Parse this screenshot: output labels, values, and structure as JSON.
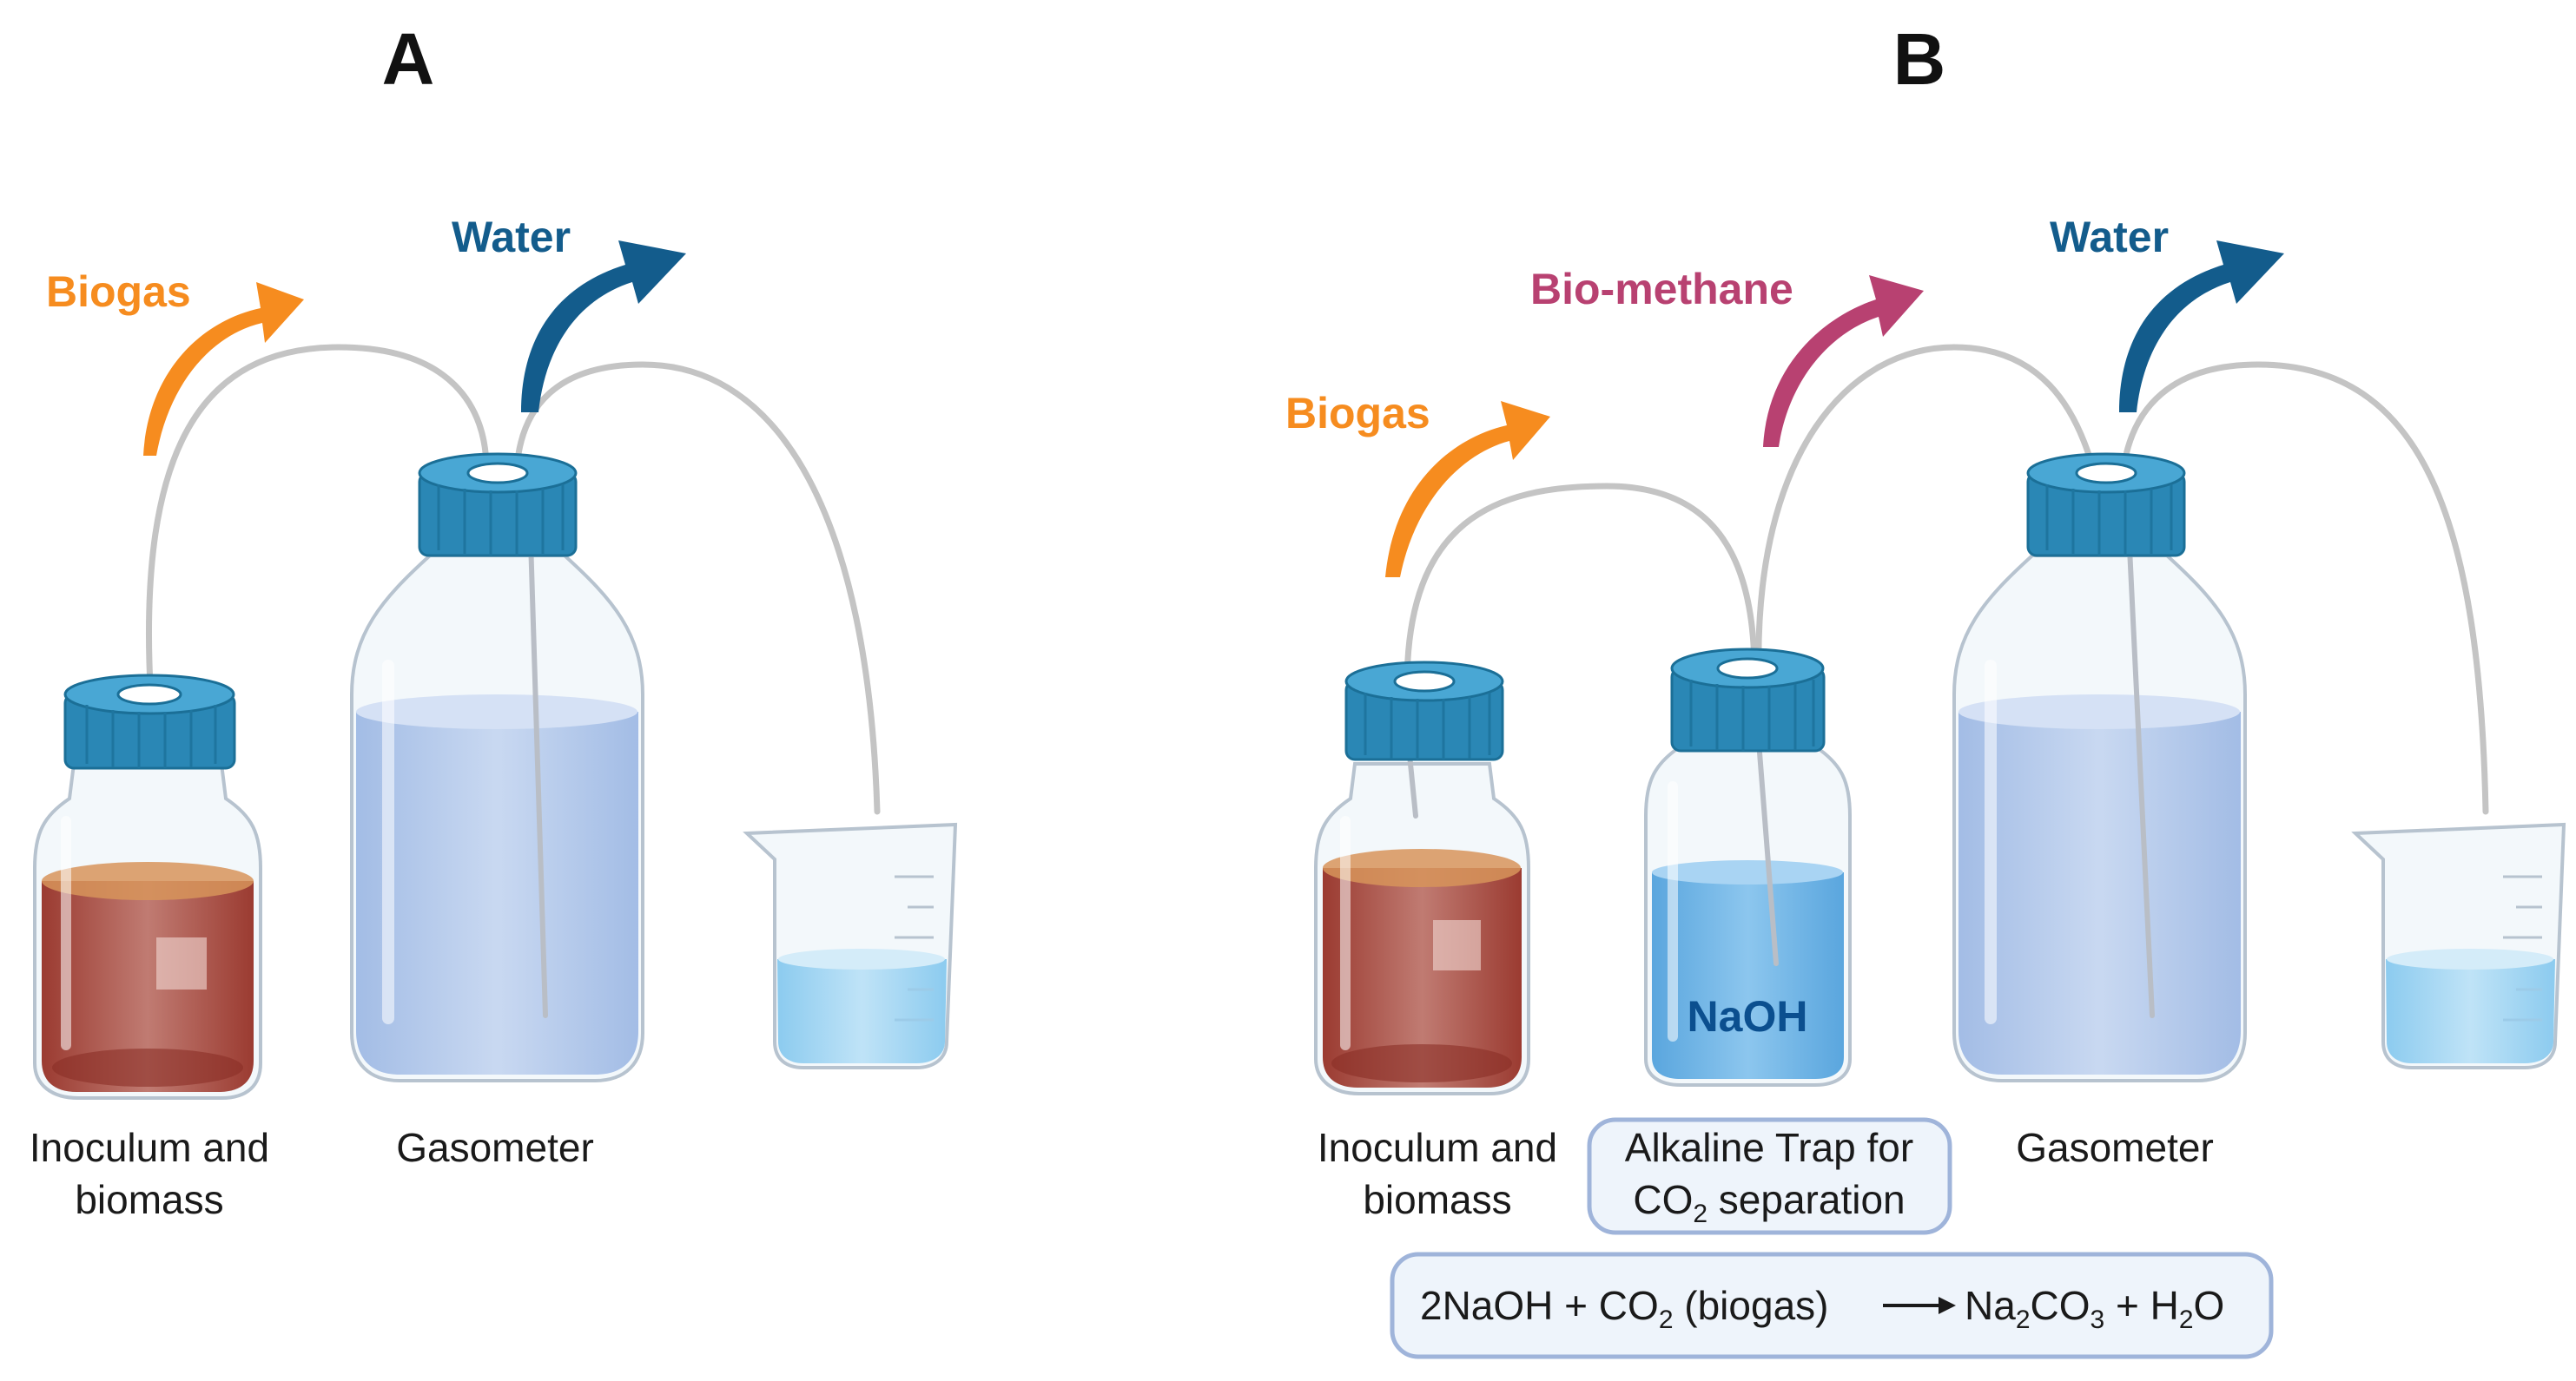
{
  "panels": {
    "a": {
      "letter": "A",
      "biogas_label": "Biogas",
      "water_label": "Water",
      "reactor_caption_line1": "Inoculum and",
      "reactor_caption_line2": "biomass",
      "gasometer_caption": "Gasometer"
    },
    "b": {
      "letter": "B",
      "biogas_label": "Biogas",
      "biomethane_label": "Bio-methane",
      "water_label": "Water",
      "naoh_label": "NaOH",
      "reactor_caption_line1": "Inoculum and",
      "reactor_caption_line2": "biomass",
      "trap_caption_line1": "Alkaline Trap for",
      "trap_caption_line2_prefix": "CO",
      "trap_caption_line2_sub": "2",
      "trap_caption_line2_suffix": " separation",
      "gasometer_caption": "Gasometer"
    }
  },
  "equation": {
    "lhs_part1": "2NaOH + CO",
    "lhs_sub": "2",
    "lhs_part2": " (biogas)",
    "rhs_part1": "Na",
    "rhs_sub1": "2",
    "rhs_part2": "CO",
    "rhs_sub2": "3",
    "rhs_part3": " + H",
    "rhs_sub3": "2",
    "rhs_part4": "O"
  },
  "colors": {
    "biogas": "#f68c1f",
    "water": "#135c8c",
    "biomethane": "#b84171",
    "cap": "#2a87b5",
    "inoculum": "#b04a3e",
    "water_fill": "#a9c3ea",
    "naoh_fill": "#6fb4e6",
    "beaker_fill": "#9cd1f0"
  },
  "icons": {
    "arrows": "curved-arrow-icon",
    "reactor": "reagent-bottle-icon",
    "gasometer": "large-bottle-icon",
    "beaker": "beaker-icon"
  }
}
